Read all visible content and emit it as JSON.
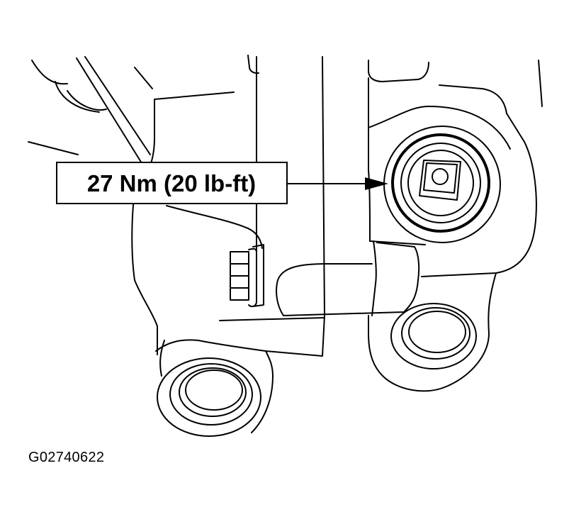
{
  "callout": {
    "torque_label": "27 Nm (20 lb-ft)"
  },
  "figure_id": "G02740622",
  "components": {
    "bolt": "bolt",
    "tensioner_pulley": "tensioner-pulley"
  }
}
